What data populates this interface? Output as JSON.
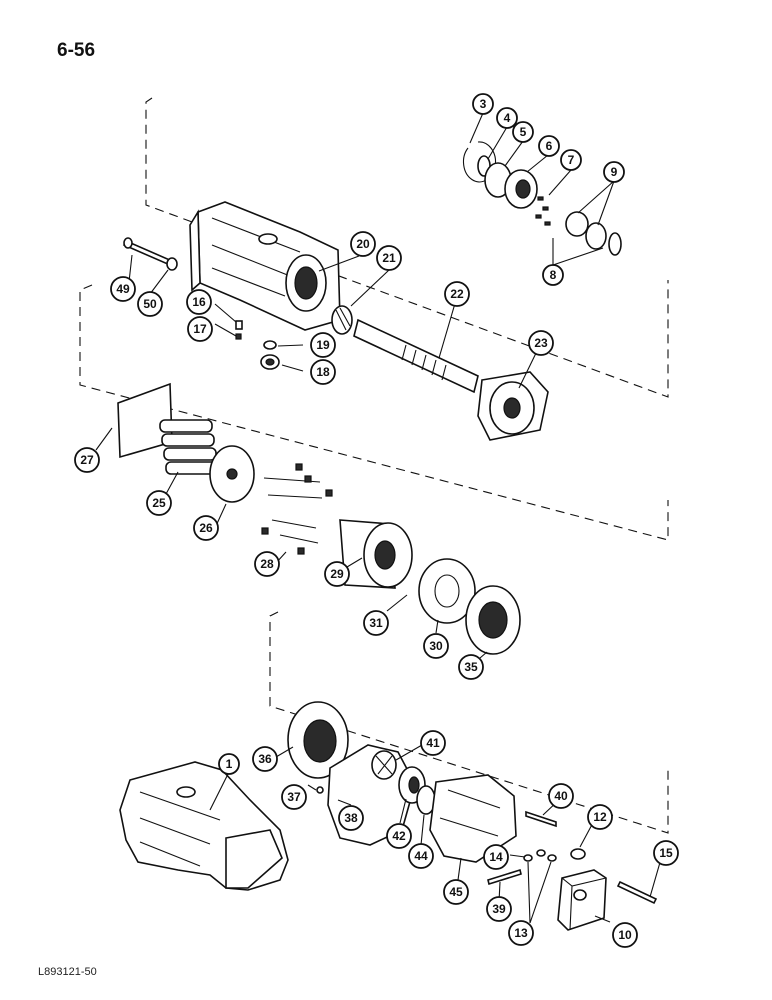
{
  "page": {
    "page_number": "6-56",
    "figure_code": "L893121-50"
  },
  "callouts": [
    {
      "label": "3"
    },
    {
      "label": "4"
    },
    {
      "label": "5"
    },
    {
      "label": "6"
    },
    {
      "label": "7"
    },
    {
      "label": "9"
    },
    {
      "label": "8"
    },
    {
      "label": "20"
    },
    {
      "label": "21"
    },
    {
      "label": "49"
    },
    {
      "label": "50"
    },
    {
      "label": "16"
    },
    {
      "label": "17"
    },
    {
      "label": "19"
    },
    {
      "label": "18"
    },
    {
      "label": "22"
    },
    {
      "label": "23"
    },
    {
      "label": "27"
    },
    {
      "label": "25"
    },
    {
      "label": "26"
    },
    {
      "label": "28"
    },
    {
      "label": "29"
    },
    {
      "label": "31"
    },
    {
      "label": "30"
    },
    {
      "label": "35"
    },
    {
      "label": "1"
    },
    {
      "label": "41"
    },
    {
      "label": "36"
    },
    {
      "label": "37"
    },
    {
      "label": "38"
    },
    {
      "label": "42"
    },
    {
      "label": "44"
    },
    {
      "label": "40"
    },
    {
      "label": "12"
    },
    {
      "label": "45"
    },
    {
      "label": "14"
    },
    {
      "label": "15"
    },
    {
      "label": "39"
    },
    {
      "label": "13"
    },
    {
      "label": "10"
    }
  ]
}
